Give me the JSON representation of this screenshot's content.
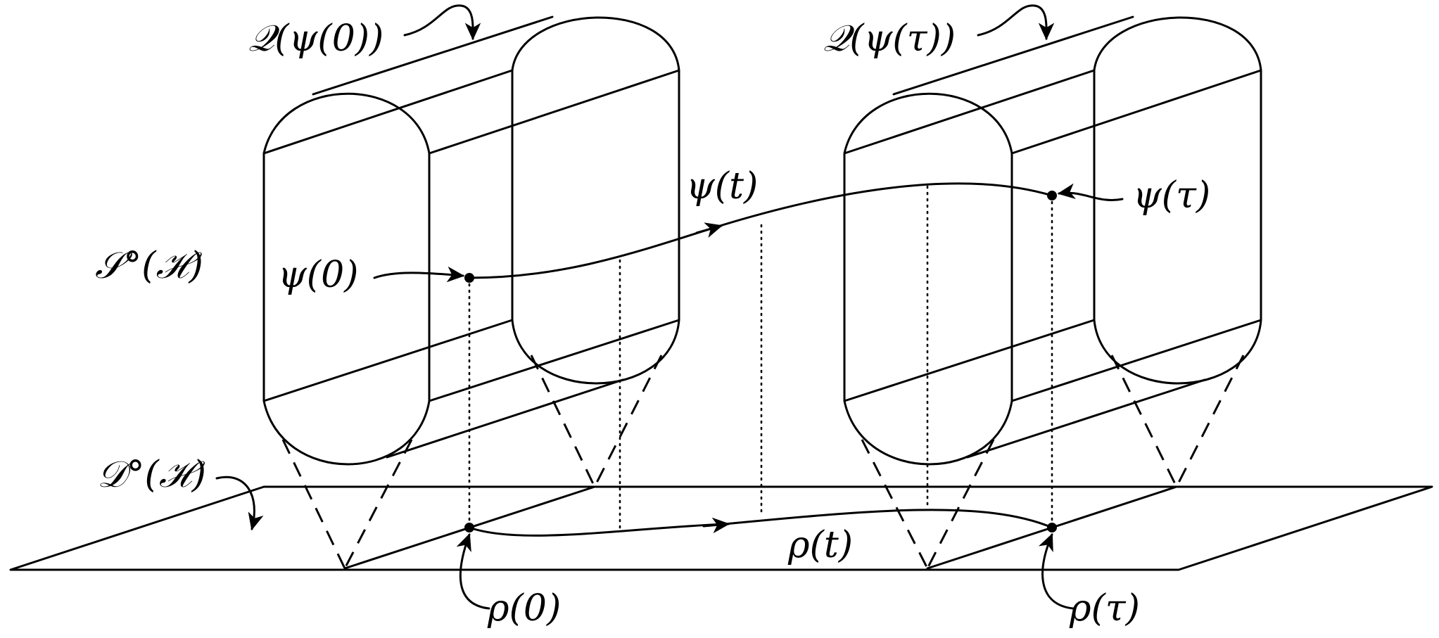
{
  "labels": {
    "pure_state_space": "𝒮°(ℋ)",
    "density_space": "𝒟°(ℋ)",
    "fiber_start": "𝒬(ψ(0))",
    "fiber_end": "𝒬(ψ(τ))",
    "psi_start": "ψ(0)",
    "psi_t": "ψ(t)",
    "psi_end": "ψ(τ)",
    "rho_start": "ρ(0)",
    "rho_t": "ρ(t)",
    "rho_end": "ρ(τ)"
  },
  "colors": {
    "ink": "#000000",
    "background": "#ffffff"
  }
}
